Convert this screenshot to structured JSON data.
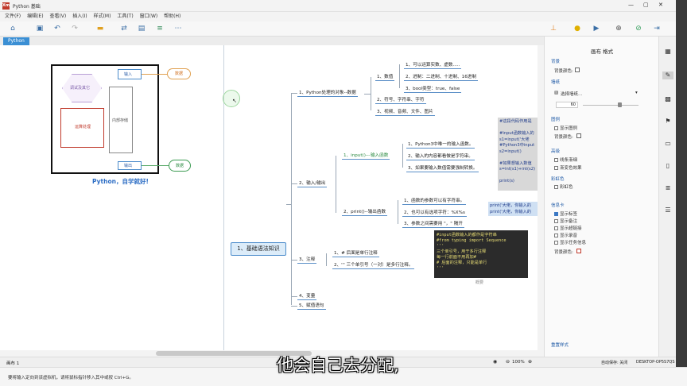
{
  "window": {
    "title": "Python 基础",
    "controls": [
      "—",
      "▢",
      "✕"
    ]
  },
  "menu": [
    "文件(F)",
    "编辑(E)",
    "查看(V)",
    "插入(I)",
    "样式(M)",
    "工具(T)",
    "窗口(W)",
    "帮助(H)"
  ],
  "tab": {
    "label": "Python"
  },
  "diagram": {
    "debug_label": "调试及其它",
    "process_label": "运算处理",
    "memory_label": "内部存储",
    "input_label": "输入",
    "output_label": "输出",
    "data_top": "数据",
    "data_bottom": "数据",
    "caption": "Python，自学就好!"
  },
  "mindmap": {
    "root": "1、基础语法知识",
    "b1": "1、Python处理的对象--数据",
    "b1_1": "1、数值",
    "b1_1_1": "1、可以运算实数、虚数.....",
    "b1_1_2": "2、进制：二进制、十进制、16进制",
    "b1_1_3": "3、bool类型：true、false",
    "b1_2": "2、符号、字符串、字符",
    "b1_3": "3、视频、音频、文件、图片",
    "b2": "2、输入/输出",
    "b2_1": "1、input()---输入函数",
    "b2_1_1": "1、Python3中唯一的输入函数。",
    "b2_1_2": "2、输入的内容都看做是字符串。",
    "b2_1_3": "3、如果要输入数值需要强制转换。",
    "b2_2": "2、print()--输出函数",
    "b2_2_1": "1、函数的参数可以有字符串。",
    "b2_2_2": "2、也可以有选项字符：%X%s",
    "b2_2_3": "3、参数之间需要用 \"，\" 隔开",
    "b3": "3、注释",
    "b3_1": "1、# 后面是单行注释",
    "b3_2": "2、''' 三个单引号（一对）是多行注释。",
    "b4": "4、变量",
    "b5": "5、赋值语句"
  },
  "note_input": "#这段代码作用是\n\n#input函数输入的\ns1=input('大佬\n#Python3中input\ns2=input()\n\n#如果想输入数值\ns=int(s1)+int(s2)\n\nprint(s)",
  "note_print": "print('大佬，你输入的\nprint('大佬，你输入的",
  "code_block": "#input函数输入的都作是字符串\n#from typing import Sequence\n'''\n三个单引号，用于多行注释\n每一行前面不用再加#\n# 后面的注释，只能是单行\n'''",
  "code_footer": "概要",
  "panel": {
    "title": "画布 格式",
    "bg_section": "背景",
    "bg_color": "背景颜色:",
    "wall_section": "墙纸",
    "wall_choose": "选择墙纸...",
    "opacity": "60",
    "legend_section": "图例",
    "legend_show": "显示图例",
    "legend_bg": "背景颜色:",
    "advanced_section": "高级",
    "line_taper": "线条渐细",
    "gradient": "渐变色效果",
    "rainbow_section": "彩虹色",
    "rainbow": "彩虹色",
    "info_section": "信息卡",
    "info_items": [
      "显示标签",
      "显示备注",
      "显示超链接",
      "显示录音",
      "显示任务信息"
    ],
    "info_checked": [
      true,
      false,
      false,
      false,
      false
    ],
    "info_bg": "背景颜色:",
    "reset": "重置样式"
  },
  "status": {
    "sheet": "画布 1",
    "zoom": "100%",
    "autosave": "自动保存: 关闭",
    "device": "DESKTOP-OP5S7QS"
  },
  "taskbar": {
    "text": "要将输入定向到该虚拟机，请将鼠标指针移入其中或按 Ctrl+G。"
  },
  "subtitle": "他会自己去分配,"
}
